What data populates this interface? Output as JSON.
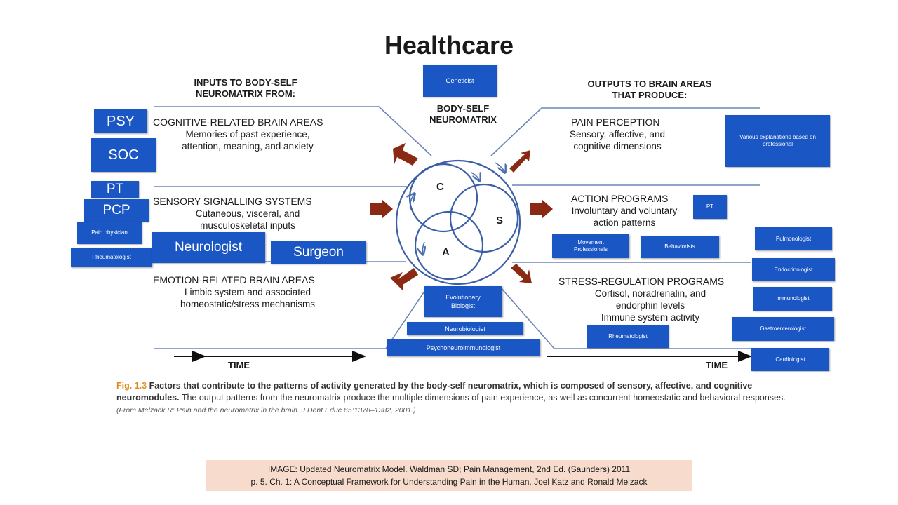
{
  "title": "Healthcare",
  "diagram": {
    "inputs_heading": [
      "INPUTS TO BODY-SELF",
      "NEUROMATRIX FROM:"
    ],
    "outputs_heading": [
      "OUTPUTS TO BRAIN AREAS",
      "THAT PRODUCE:"
    ],
    "center_title": [
      "BODY-SELF",
      "NEUROMATRIX"
    ],
    "circle_labels": {
      "c": "C",
      "s": "S",
      "a": "A"
    },
    "inputs": [
      {
        "title": "COGNITIVE-RELATED BRAIN AREAS",
        "lines": [
          "Memories of past experience,",
          "attention, meaning, and anxiety"
        ]
      },
      {
        "title": "SENSORY SIGNALLING SYSTEMS",
        "lines": [
          "Cutaneous, visceral, and",
          "musculoskeletal inputs"
        ]
      },
      {
        "title": "EMOTION-RELATED BRAIN AREAS",
        "lines": [
          "Limbic system and associated",
          "homeostatic/stress mechanisms"
        ]
      }
    ],
    "outputs": [
      {
        "title": "PAIN PERCEPTION",
        "lines": [
          "Sensory, affective, and",
          "cognitive dimensions"
        ]
      },
      {
        "title": "ACTION PROGRAMS",
        "lines": [
          "Involuntary and voluntary",
          "action patterns"
        ]
      },
      {
        "title": "STRESS-REGULATION PROGRAMS",
        "lines": [
          "Cortisol, noradrenalin, and",
          "endorphin levels",
          "Immune system activity"
        ]
      }
    ],
    "time_label": "TIME"
  },
  "specialists": {
    "geneticist": "Geneticist",
    "psy": "PSY",
    "soc": "SOC",
    "pt": "PT",
    "pcp": "PCP",
    "pain_physician": "Pain physician",
    "rheumatologist_left": "Rheumatologist",
    "neurologist": "Neurologist",
    "surgeon": "Surgeon",
    "evolutionary_biologist": "Evolutionary Biologist",
    "neurobiologist": "Neurobiologist",
    "psychoneuroimmunologist": "Psychoneuroimmunologist",
    "various_explanations": "Various explanations based on professional",
    "pt_right": "PT",
    "movement_professionals": "Movement Professionals",
    "behaviorists": "Behaviorists",
    "pulmonologist": "Pulmonologist",
    "endocrinologist": "Endocrinologist",
    "immunologist": "Immunologist",
    "gastroenterologist": "Gastroenterologist",
    "rheumatologist_right": "Rheumatologist",
    "cardiologist": "Cardiologist"
  },
  "caption": {
    "fig": "Fig. 1.3",
    "bold": "Factors that contribute to the patterns of activity generated by the body-self neuromatrix, which is composed of sensory, affective, and cognitive neuromodules.",
    "text": "The output patterns from the neuromatrix produce the multiple dimensions of pain experience, as well as concurrent homeostatic and behavioral responses.",
    "ref": "(From Melzack R: Pain and the neuromatrix in the brain. J Dent Educ 65:1378–1382, 2001.)"
  },
  "source": {
    "line1": "IMAGE: Updated Neuromatrix Model. Waldman SD; Pain Management, 2nd Ed. (Saunders) 2011",
    "line2": "p. 5. Ch. 1: A Conceptual Framework for Understanding Pain in the Human. Joel Katz and Ronald Melzack"
  },
  "colors": {
    "box_blue": "#1a56c4",
    "line_blue": "#6b86b8",
    "arrow_red": "#8b2a14",
    "caption_orange": "#e08a17",
    "source_bg": "#f7dccd"
  }
}
